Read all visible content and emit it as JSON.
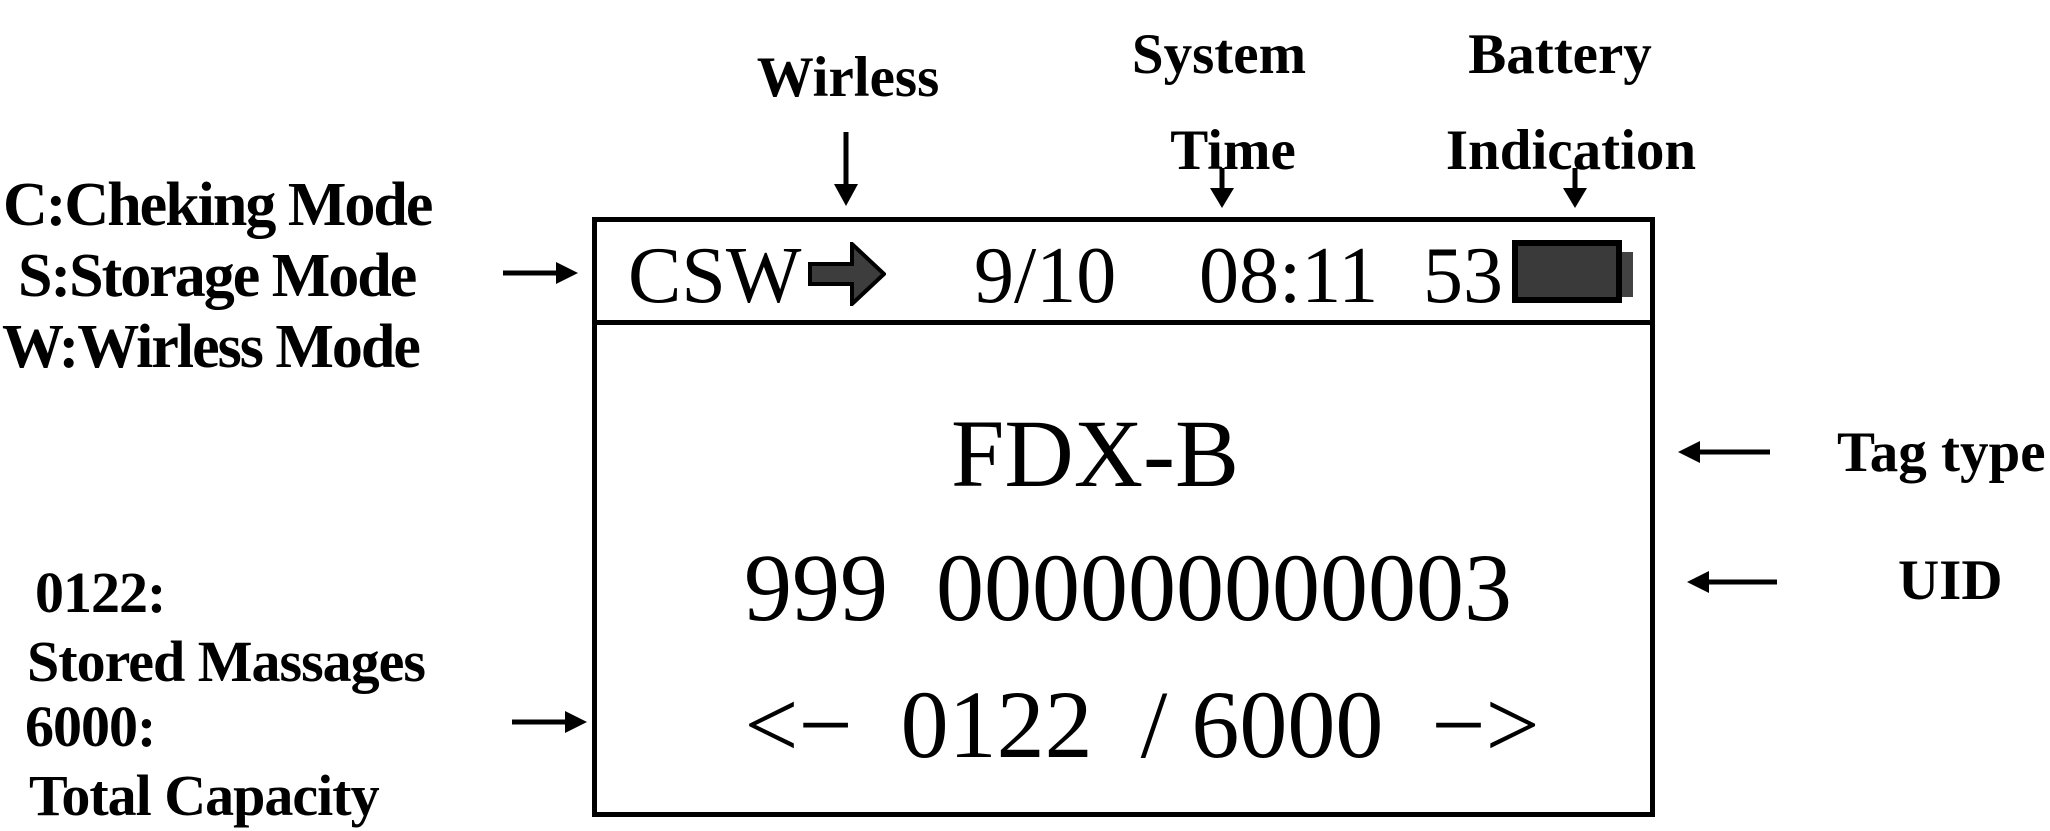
{
  "colors": {
    "ink": "#000000",
    "background": "#ffffff",
    "wireless_arrow_fill": "#3d3d3d",
    "battery_fill": "#3a3a3a",
    "battery_nub_fill": "#424242"
  },
  "display": {
    "status_bar": {
      "mode_letters": "CSW",
      "wireless_icon": "block-arrow-right-icon",
      "date": "9/10",
      "time": "08:11",
      "battery_percent": "53",
      "battery_icon": "battery-icon"
    },
    "tag_type": "FDX-B",
    "uid": "999  000000000003",
    "counter": {
      "text": "<−  0122  / 6000  −>",
      "stored": "0122",
      "total": "6000"
    }
  },
  "annotations": {
    "wireless": {
      "label": "Wirless"
    },
    "system_time": {
      "line1": "System",
      "line2": "Time"
    },
    "battery": {
      "line1": "Battery",
      "line2": "Indication"
    },
    "modes": {
      "line1": "C:Cheking Mode",
      "line2": "S:Storage Mode",
      "line3": "W:Wirless Mode"
    },
    "stored_messages": {
      "line1": "0122:",
      "line2": "Stored Massages",
      "line3": "6000:",
      "line4": "Total Capacity"
    },
    "tag_type": {
      "label": "Tag type"
    },
    "uid": {
      "label": "UID"
    }
  }
}
